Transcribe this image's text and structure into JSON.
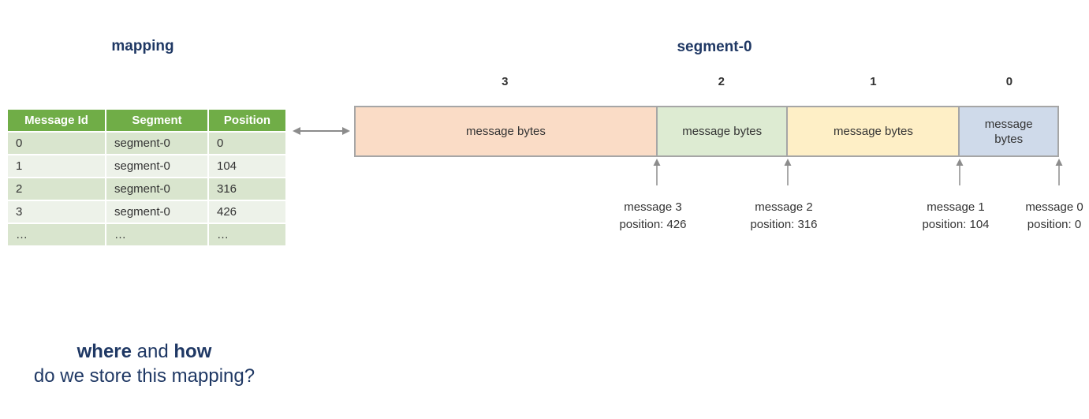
{
  "mapping_title": "mapping",
  "segment_title": "segment-0",
  "table": {
    "headers": [
      "Message Id",
      "Segment",
      "Position"
    ],
    "rows": [
      [
        "0",
        "segment-0",
        "0"
      ],
      [
        "1",
        "segment-0",
        "104"
      ],
      [
        "2",
        "segment-0",
        "316"
      ],
      [
        "3",
        "segment-0",
        "426"
      ],
      [
        "…",
        "…",
        "…"
      ]
    ]
  },
  "segment_bar": {
    "blocks": [
      {
        "index": "3",
        "label": "message bytes",
        "color": "#fadcc6"
      },
      {
        "index": "2",
        "label": "message bytes",
        "color": "#ddebd2"
      },
      {
        "index": "1",
        "label": "message bytes",
        "color": "#feefc6"
      },
      {
        "index": "0",
        "label": "message bytes",
        "color": "#cfdaea"
      }
    ]
  },
  "pointers": [
    {
      "message": "message 3",
      "position": "position: 426"
    },
    {
      "message": "message 2",
      "position": "position: 316"
    },
    {
      "message": "message 1",
      "position": "position: 104"
    },
    {
      "message": "message 0",
      "position": "position: 0"
    }
  ],
  "question": {
    "bold1": "where",
    "mid": " and ",
    "bold2": "how",
    "line2": "do we store this mapping?"
  },
  "colors": {
    "table_header_green": "#70ad47",
    "row_band_dark": "#d9e5ce",
    "row_band_light": "#edf2e9",
    "navy_text": "#1f3864",
    "arrow_gray": "#8c8c8c",
    "block_border_gray": "#a6a6a6"
  }
}
